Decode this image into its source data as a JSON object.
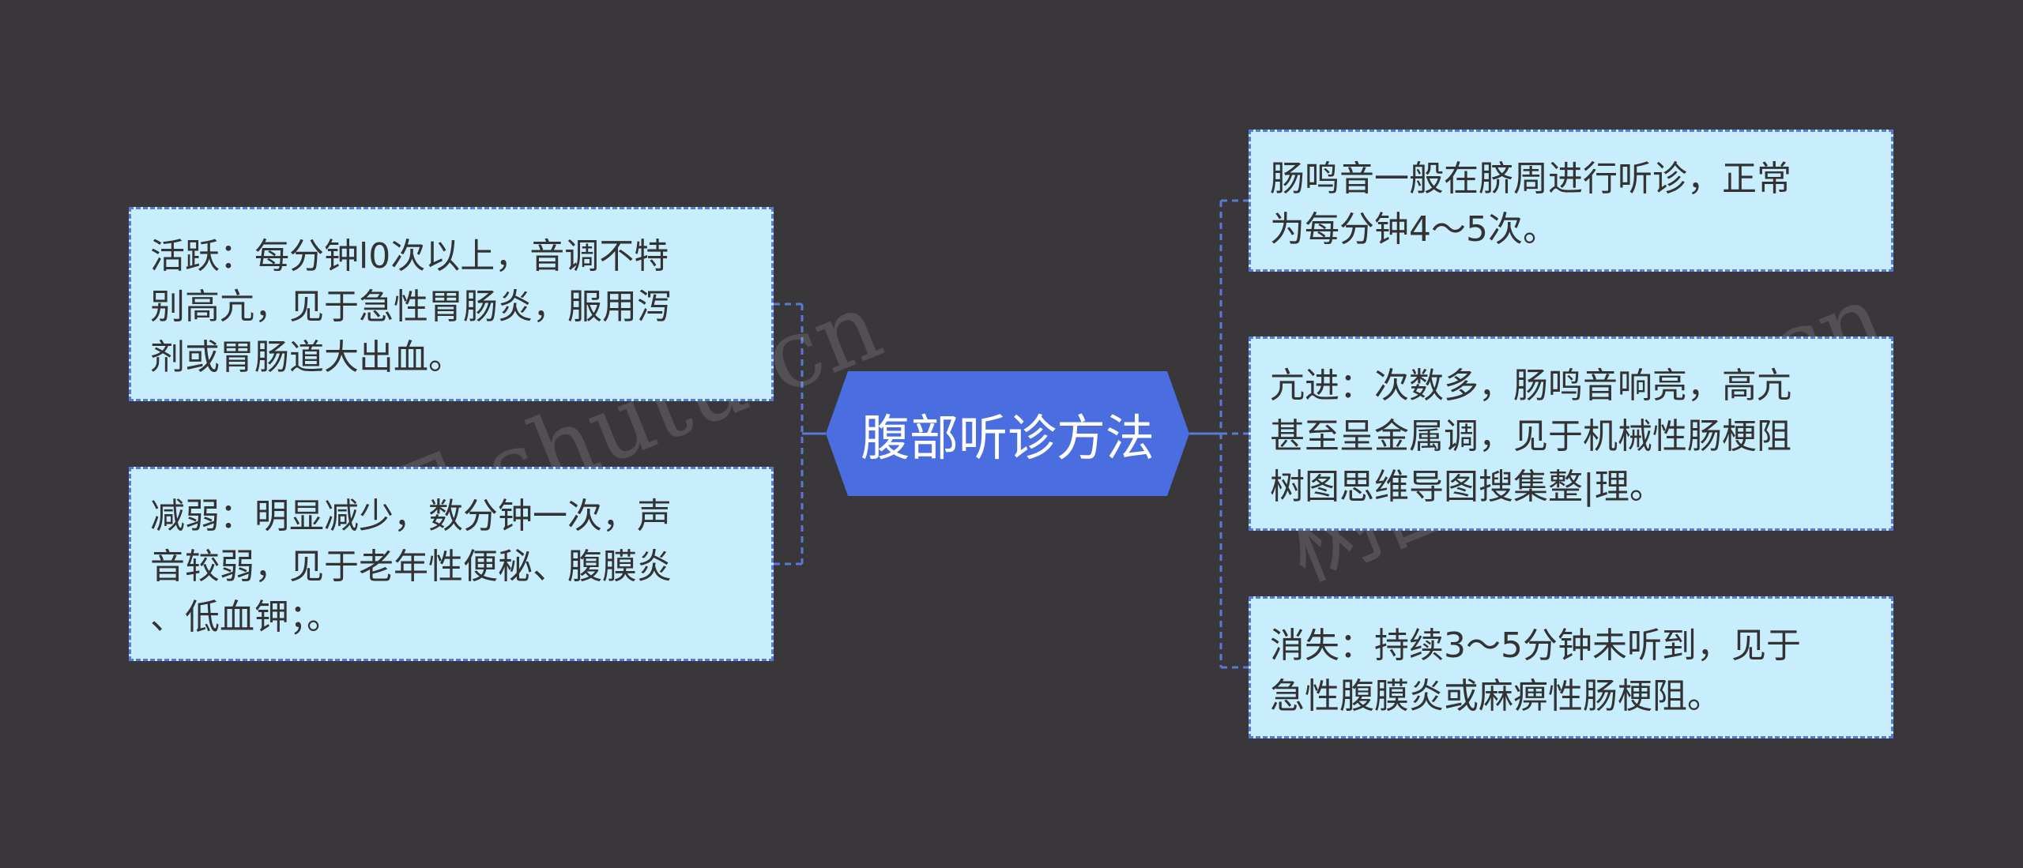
{
  "colors": {
    "background": "#39373a",
    "node_fill": "#c8eefe",
    "node_border": "#5b79d6",
    "center_fill": "#4a6ee0",
    "connector": "#5b79d6"
  },
  "center": {
    "title": "腹部听诊方法"
  },
  "left_nodes": [
    {
      "lines": [
        "活跃：每分钟l0次以上，音调不特",
        "别高亢，见于急性胃肠炎，服用泻",
        "剂或胃肠道大出血。"
      ]
    },
    {
      "lines": [
        "减弱：明显减少，数分钟一次，声",
        "音较弱，见于老年性便秘、腹膜炎",
        "、低血钾；。"
      ]
    }
  ],
  "right_nodes": [
    {
      "lines": [
        "肠鸣音一般在脐周进行听诊，正常",
        "为每分钟4～5次。"
      ]
    },
    {
      "lines": [
        "亢进：次数多，肠鸣音响亮，高亢",
        "甚至呈金属调，见于机械性肠梗阻",
        "树图思维导图搜集整|理。"
      ]
    },
    {
      "lines": [
        "消失：持续3～5分钟未听到，见于",
        "急性腹膜炎或麻痹性肠梗阻。"
      ]
    }
  ],
  "watermark": [
    "树图 shutu.cn",
    "树图 shutu.cn"
  ]
}
